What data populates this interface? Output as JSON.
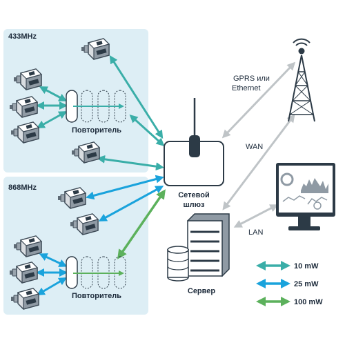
{
  "bands": [
    {
      "label": "433MHz"
    },
    {
      "label": "868MHz"
    }
  ],
  "repeaters": [
    {
      "label": "Повторитель"
    },
    {
      "label": "Повторитель"
    }
  ],
  "gateway": {
    "label_line1": "Сетевой",
    "label_line2": "шлюз"
  },
  "server": {
    "label": "Сервер"
  },
  "links": {
    "gprs_line1": "GPRS или",
    "gprs_line2": "Ethernet",
    "wan": "WAN",
    "lan": "LAN"
  },
  "legend": [
    {
      "label": "10 mW",
      "color": "#3aaea8"
    },
    {
      "label": "25 mW",
      "color": "#1aa3dc"
    },
    {
      "label": "100 mW",
      "color": "#5cb15c"
    }
  ],
  "colors": {
    "panel": "#ddeef5",
    "gray_arrow": "#bfc4c7",
    "dark": "#1c2a3a"
  },
  "icons": [
    "meter-icon",
    "repeater-icon",
    "gateway-icon",
    "tower-icon",
    "monitor-icon",
    "server-icon"
  ]
}
